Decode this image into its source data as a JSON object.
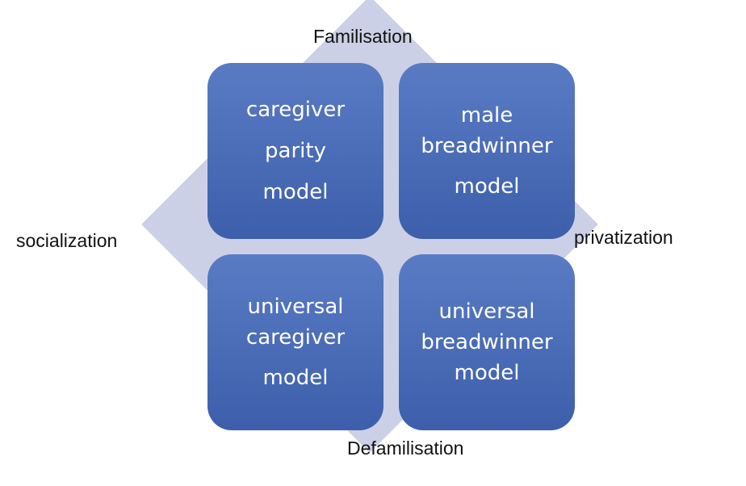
{
  "axes": {
    "top": "Familisation",
    "bottom": "Defamilisation",
    "left": "socialization",
    "right": "privatization"
  },
  "quadrants": {
    "top_left": {
      "lines": [
        "caregiver",
        "parity",
        "model"
      ]
    },
    "top_right": {
      "lines": [
        "male",
        "breadwinner",
        "model"
      ]
    },
    "bottom_left": {
      "lines": [
        "universal",
        "caregiver",
        "model"
      ]
    },
    "bottom_right": {
      "lines": [
        "universal",
        "breadwinner",
        "model"
      ]
    }
  },
  "colors": {
    "box_top": "#5a7bc4",
    "box_bottom": "#3d5fab",
    "diamond": "#ccd0e6",
    "text": "#ffffff",
    "axis_text": "#111111"
  }
}
